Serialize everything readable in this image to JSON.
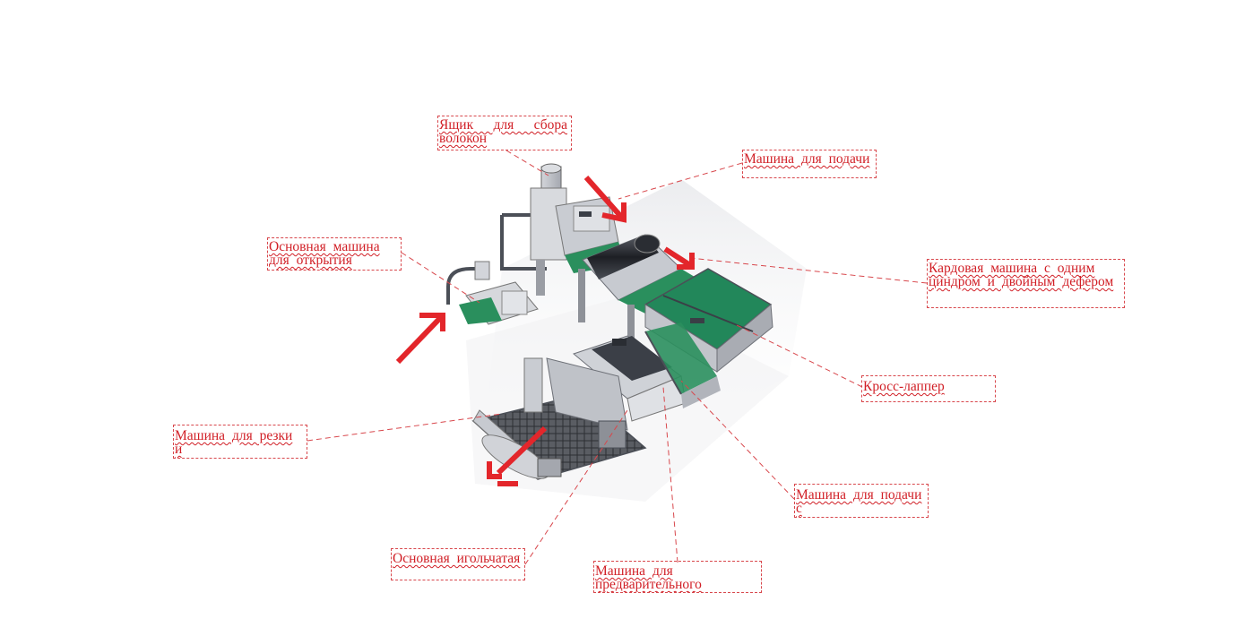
{
  "colors": {
    "label_red": "#d11f26",
    "dashed_line": "#d8474c",
    "arrow_red": "#e3262b",
    "belt_green": "#1f8a57",
    "machine_grey": "#b9bcc3",
    "frame_dark": "#4b4f57",
    "roller_dark": "#2a2d33"
  },
  "labels": {
    "fiber_box": "Ящик для сбора волокон",
    "feeding_machine": "Машина для подачи",
    "opening_machine": "Основная машина для открытия",
    "carding_machine": "Кардовая машина с одним циндром и двойным дефером",
    "cross_lapper": "Кросс-лаппер",
    "cutting_machine": "Машина для резки и",
    "feeding_machine_2": "Машина для подачи с",
    "needle_machine": "Основная игольчатая",
    "pre_needle_machine": "Машина для предварительного"
  },
  "icons": {
    "arrows": "red-pointer-arrow-icon",
    "production_line": "nonwoven-production-line-icon"
  }
}
